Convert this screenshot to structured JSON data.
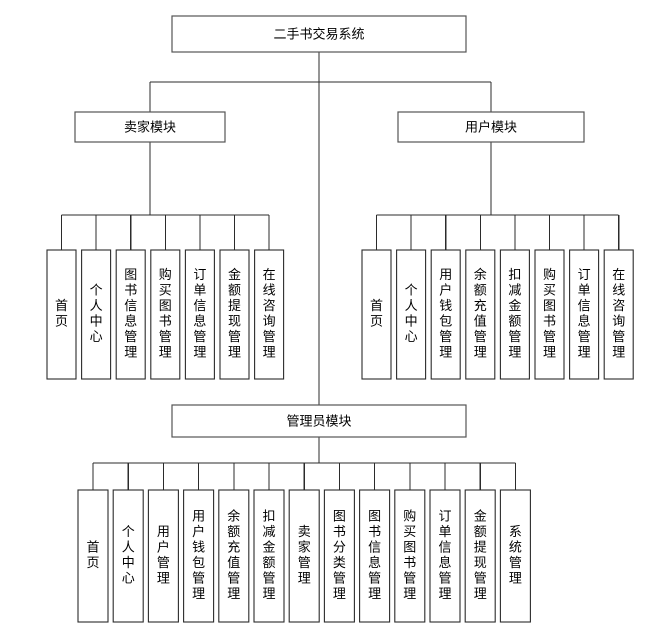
{
  "diagram": {
    "type": "system-structure-tree",
    "title": "二手书交易系统",
    "root": {
      "label": "二手书交易系统"
    },
    "modules": [
      {
        "id": "seller",
        "label": "卖家模块",
        "children": [
          "首页",
          "个人中心",
          "图书信息管理",
          "购买图书管理",
          "订单信息管理",
          "金额提现管理",
          "在线咨询管理"
        ]
      },
      {
        "id": "user",
        "label": "用户模块",
        "children": [
          "首页",
          "个人中心",
          "用户钱包管理",
          "余额充值管理",
          "扣减金额管理",
          "购买图书管理",
          "订单信息管理",
          "在线咨询管理"
        ]
      },
      {
        "id": "admin",
        "label": "管理员模块",
        "children": [
          "首页",
          "个人中心",
          "用户管理",
          "用户钱包管理",
          "余额充值管理",
          "扣减金额管理",
          "卖家管理",
          "图书分类管理",
          "图书信息管理",
          "购买图书管理",
          "订单信息管理",
          "金额提现管理",
          "系统管理"
        ]
      }
    ],
    "colors": {
      "background": "#ffffff",
      "box_stroke": "#555555",
      "leaf_stroke": "#2b2b2b",
      "connector": "#2b2b2b",
      "text": "#000000"
    }
  }
}
